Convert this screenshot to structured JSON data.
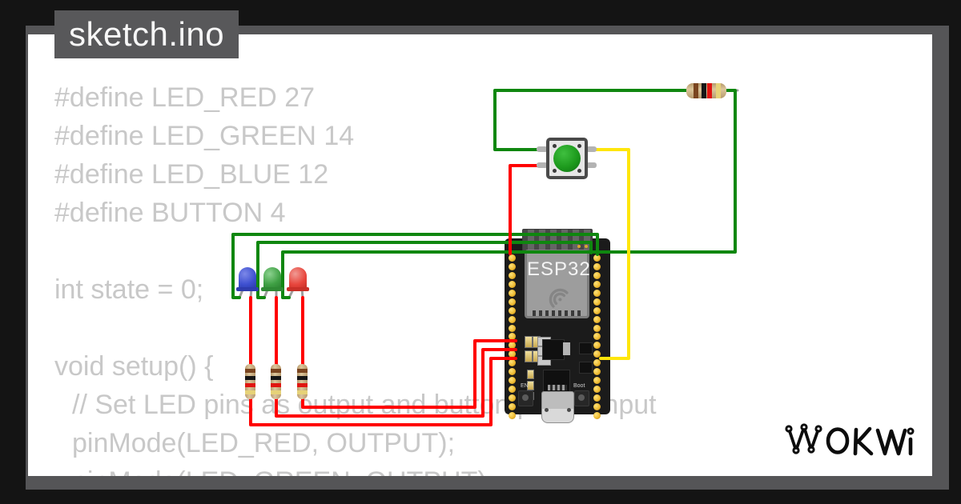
{
  "title_bar": {
    "filename": "sketch.ino"
  },
  "code": {
    "lines": [
      {
        "text": "#define LED_RED 27",
        "indent": 0
      },
      {
        "text": "#define LED_GREEN 14",
        "indent": 0
      },
      {
        "text": "#define LED_BLUE 12",
        "indent": 0
      },
      {
        "text": "#define BUTTON 4",
        "indent": 0
      },
      {
        "text": "",
        "indent": 0
      },
      {
        "text": "int state = 0;",
        "indent": 0
      },
      {
        "text": "",
        "indent": 0
      },
      {
        "text": "void setup() {",
        "indent": 0
      },
      {
        "text": "// Set LED pins as output and button pin as input",
        "indent": 1
      },
      {
        "text": "pinMode(LED_RED, OUTPUT);",
        "indent": 1
      },
      {
        "text": "pinMode(LED_GREEN, OUTPUT);",
        "indent": 1
      }
    ]
  },
  "board": {
    "module_label": "ESP32",
    "pins_per_side": 19,
    "en_button_label": "EN",
    "boot_button_label": "Boot"
  },
  "logo": {
    "text": "WOKWI"
  },
  "colors": {
    "frame_background": "#141414",
    "card_background": "#ffffff",
    "shadow_gray": "#555557",
    "title_background": "#58585a",
    "code_text": "#c8c8c8",
    "wire_red": "#ff0000",
    "wire_green": "#0f870f",
    "wire_yellow": "#ffe60a",
    "lead_gray": "#9e9e9e",
    "led_blue": "#3d4fd0",
    "led_green": "#3fa044",
    "led_red": "#e8453c",
    "button_cap_green": "#1d9a1d",
    "pin_gold": "#eebb33"
  }
}
